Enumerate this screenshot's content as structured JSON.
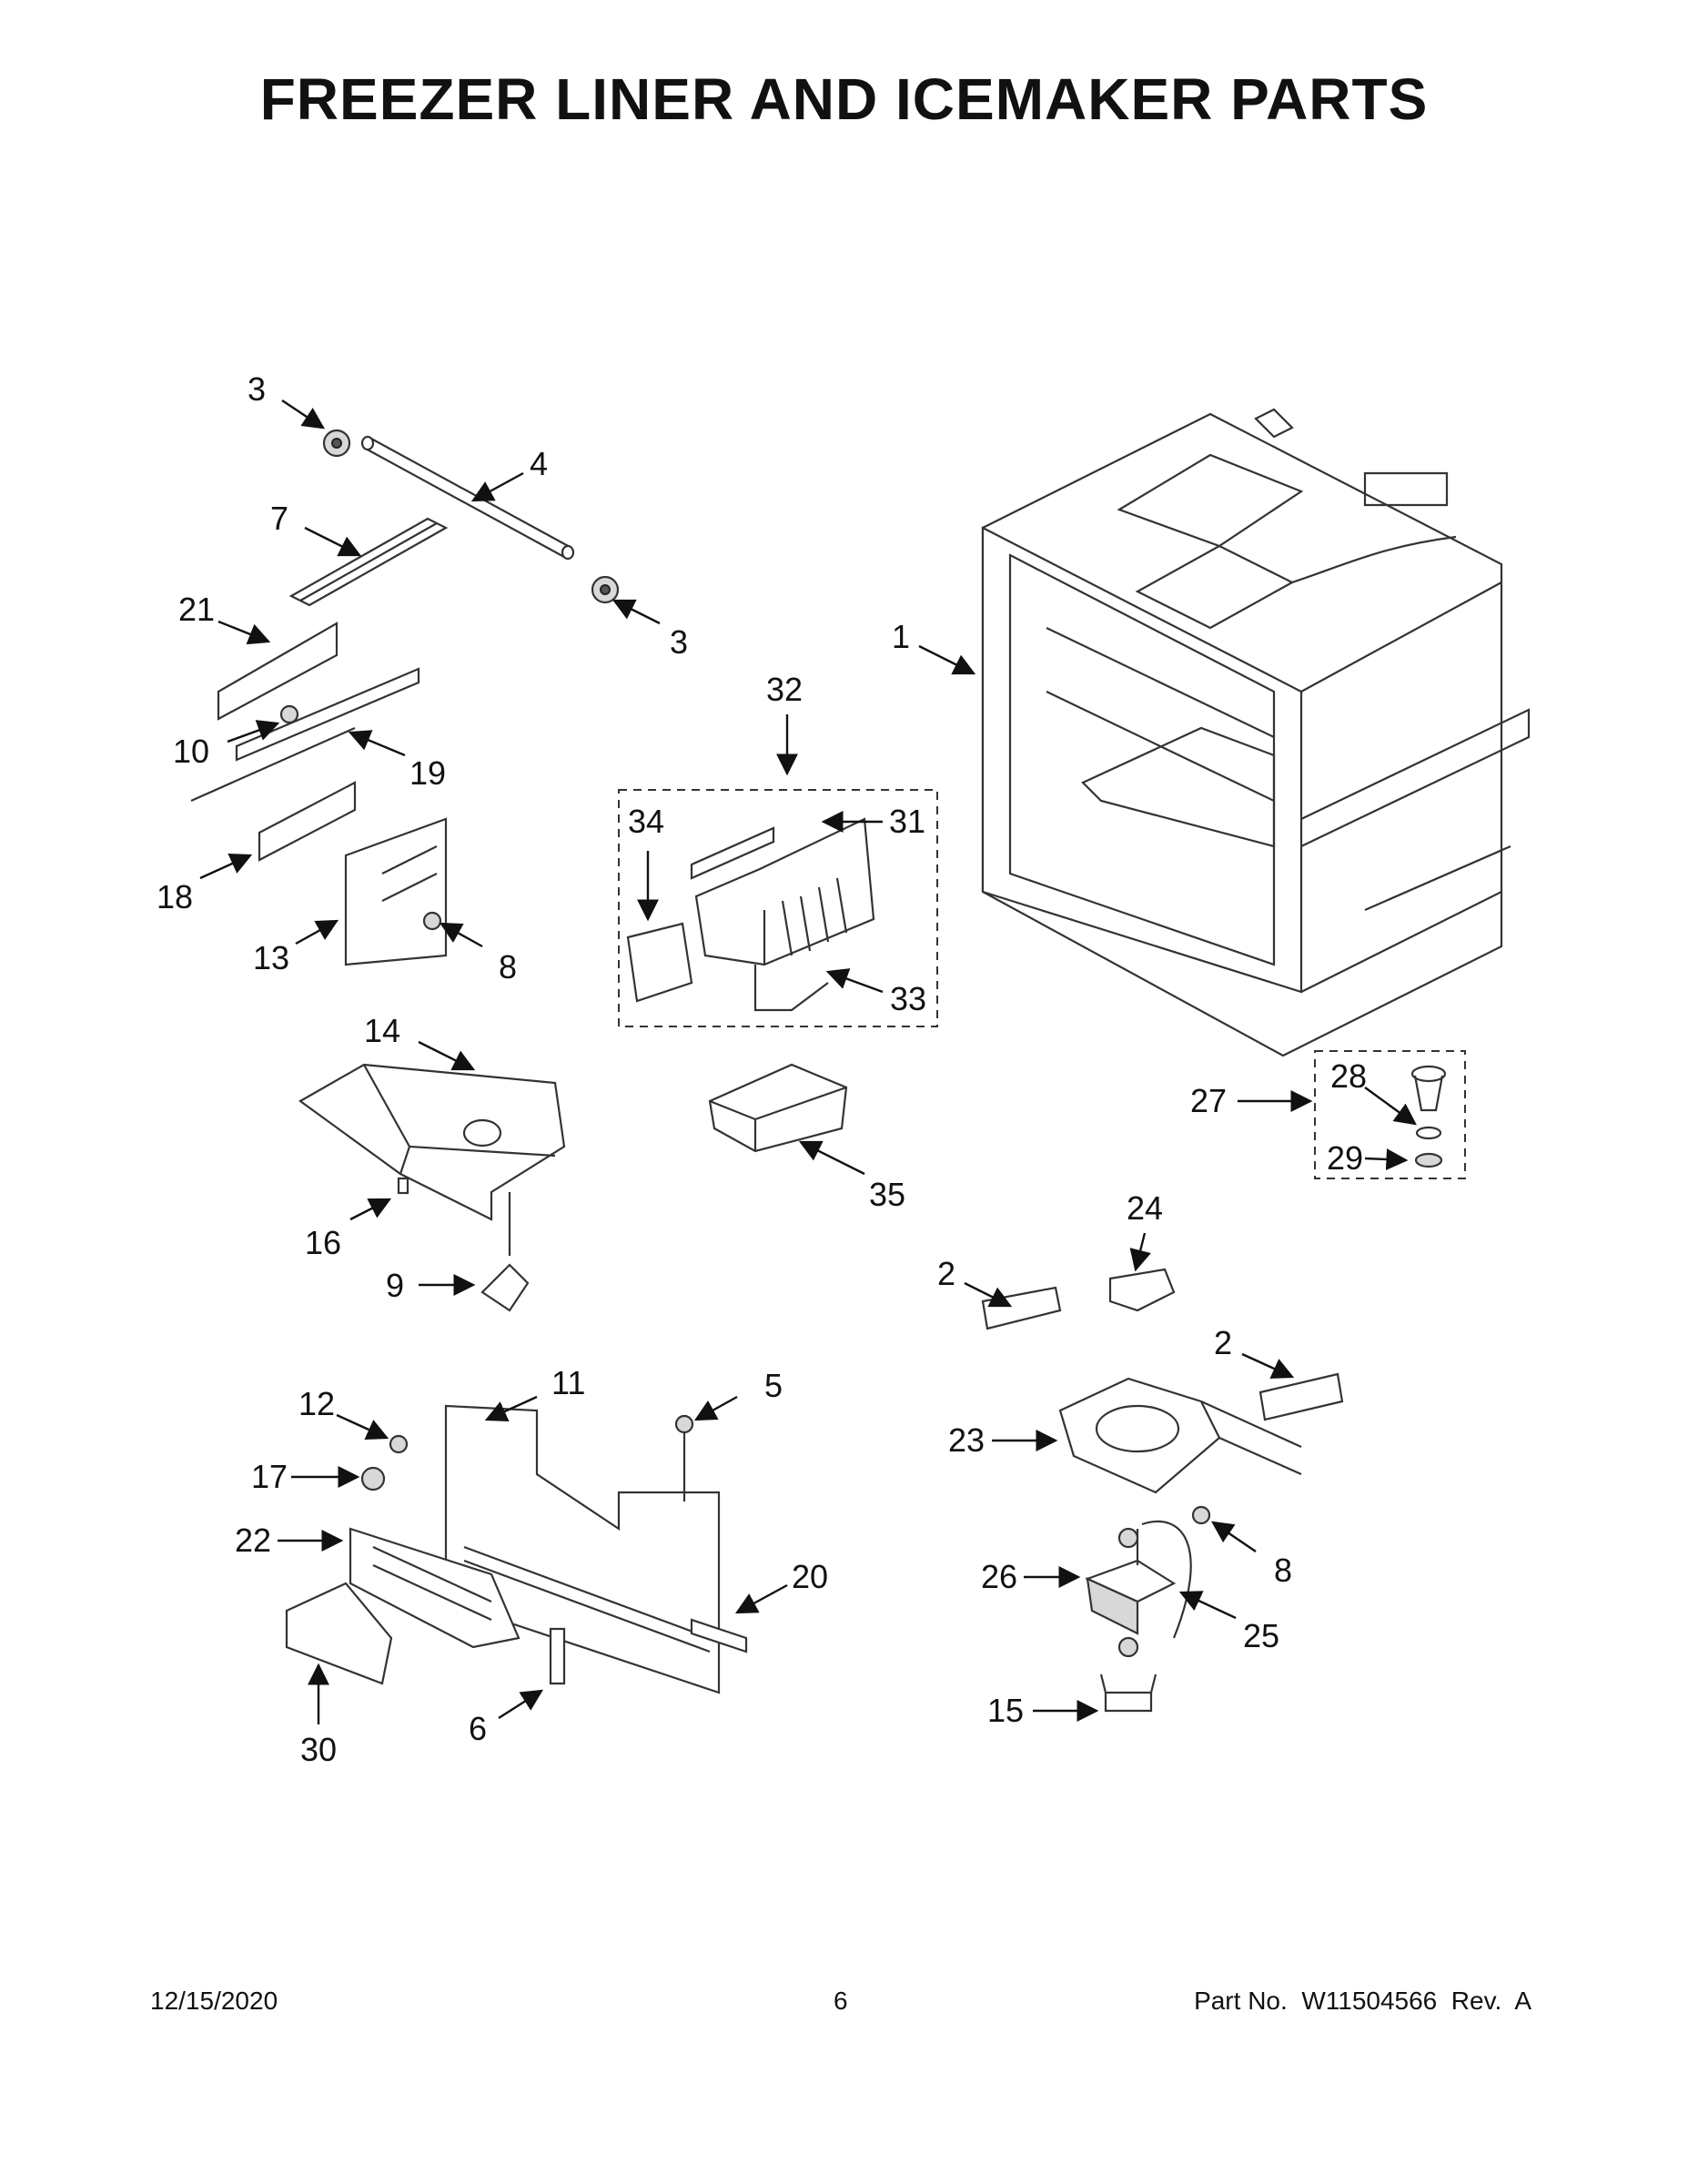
{
  "page": {
    "title": "FREEZER LINER AND ICEMAKER PARTS",
    "footer": {
      "date": "12/15/2020",
      "page_number": "6",
      "part_no": "Part No.  W11504566  Rev.  A"
    }
  },
  "callouts": [
    {
      "id": "c3a",
      "label": "3"
    },
    {
      "id": "c4",
      "label": "4"
    },
    {
      "id": "c7",
      "label": "7"
    },
    {
      "id": "c21",
      "label": "21"
    },
    {
      "id": "c3b",
      "label": "3"
    },
    {
      "id": "c1",
      "label": "1"
    },
    {
      "id": "c32",
      "label": "32"
    },
    {
      "id": "c10",
      "label": "10"
    },
    {
      "id": "c19",
      "label": "19"
    },
    {
      "id": "c34",
      "label": "34"
    },
    {
      "id": "c31",
      "label": "31"
    },
    {
      "id": "c18",
      "label": "18"
    },
    {
      "id": "c13",
      "label": "13"
    },
    {
      "id": "c8a",
      "label": "8"
    },
    {
      "id": "c33",
      "label": "33"
    },
    {
      "id": "c14",
      "label": "14"
    },
    {
      "id": "c27",
      "label": "27"
    },
    {
      "id": "c28",
      "label": "28"
    },
    {
      "id": "c29",
      "label": "29"
    },
    {
      "id": "c35",
      "label": "35"
    },
    {
      "id": "c16",
      "label": "16"
    },
    {
      "id": "c24",
      "label": "24"
    },
    {
      "id": "c9",
      "label": "9"
    },
    {
      "id": "c2a",
      "label": "2"
    },
    {
      "id": "c2b",
      "label": "2"
    },
    {
      "id": "c11",
      "label": "11"
    },
    {
      "id": "c5",
      "label": "5"
    },
    {
      "id": "c12",
      "label": "12"
    },
    {
      "id": "c23",
      "label": "23"
    },
    {
      "id": "c17",
      "label": "17"
    },
    {
      "id": "c22",
      "label": "22"
    },
    {
      "id": "c8b",
      "label": "8"
    },
    {
      "id": "c20",
      "label": "20"
    },
    {
      "id": "c26",
      "label": "26"
    },
    {
      "id": "c25",
      "label": "25"
    },
    {
      "id": "c30",
      "label": "30"
    },
    {
      "id": "c6",
      "label": "6"
    },
    {
      "id": "c15",
      "label": "15"
    }
  ]
}
